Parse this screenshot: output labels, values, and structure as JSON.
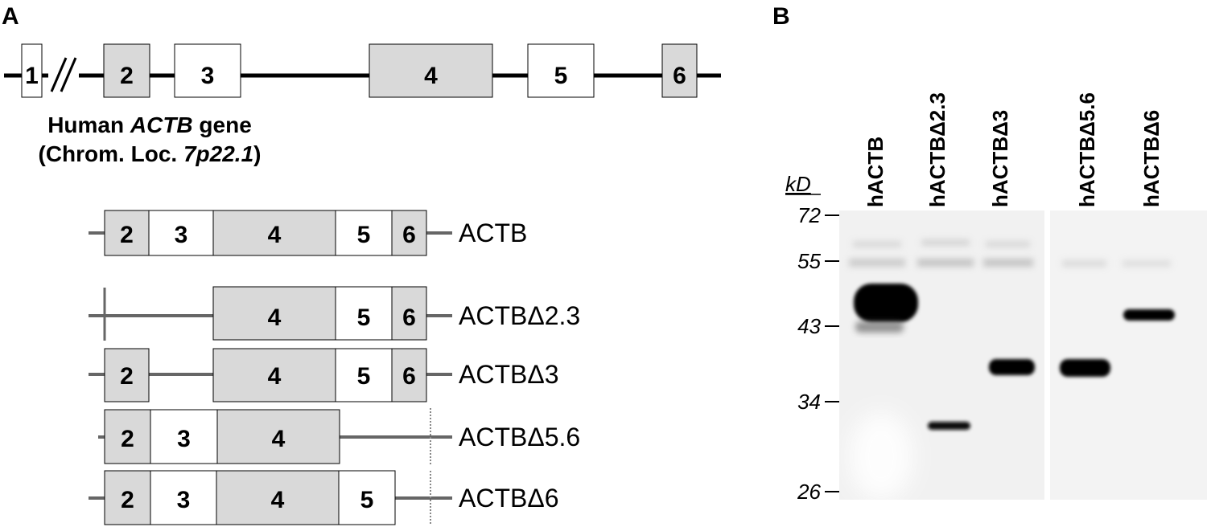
{
  "panel_a": {
    "label": "A",
    "gene": {
      "exons": [
        "1",
        "2",
        "3",
        "4",
        "5",
        "6"
      ],
      "caption_prefix": "Human ",
      "caption_gene": "ACTB",
      "caption_suffix": " gene",
      "loc_prefix": "(Chrom. Loc. ",
      "loc_value": "7p22.1",
      "loc_suffix": ")"
    },
    "constructs": [
      {
        "name": "ACTB",
        "exons": [
          "2",
          "3",
          "4",
          "5",
          "6"
        ]
      },
      {
        "name": "ACTBΔ2.3",
        "exons": [
          "4",
          "5",
          "6"
        ]
      },
      {
        "name": "ACTBΔ3",
        "exons": [
          "2",
          "4",
          "5",
          "6"
        ]
      },
      {
        "name": "ACTBΔ5.6",
        "exons": [
          "2",
          "3",
          "4"
        ]
      },
      {
        "name": "ACTBΔ6",
        "exons": [
          "2",
          "3",
          "4",
          "5"
        ]
      }
    ]
  },
  "panel_b": {
    "label": "B",
    "unit": "kD",
    "markers": [
      "72",
      "55",
      "43",
      "34",
      "26"
    ],
    "lanes": [
      "hACTB",
      "hACTBΔ2.3",
      "hACTBΔ3",
      "hACTBΔ5.6",
      "hACTBΔ6"
    ]
  },
  "colors": {
    "exon_shaded": "#d9d9d9",
    "exon_open": "#ffffff",
    "construct_line": "#666666",
    "gel": "#f0f0f0"
  }
}
